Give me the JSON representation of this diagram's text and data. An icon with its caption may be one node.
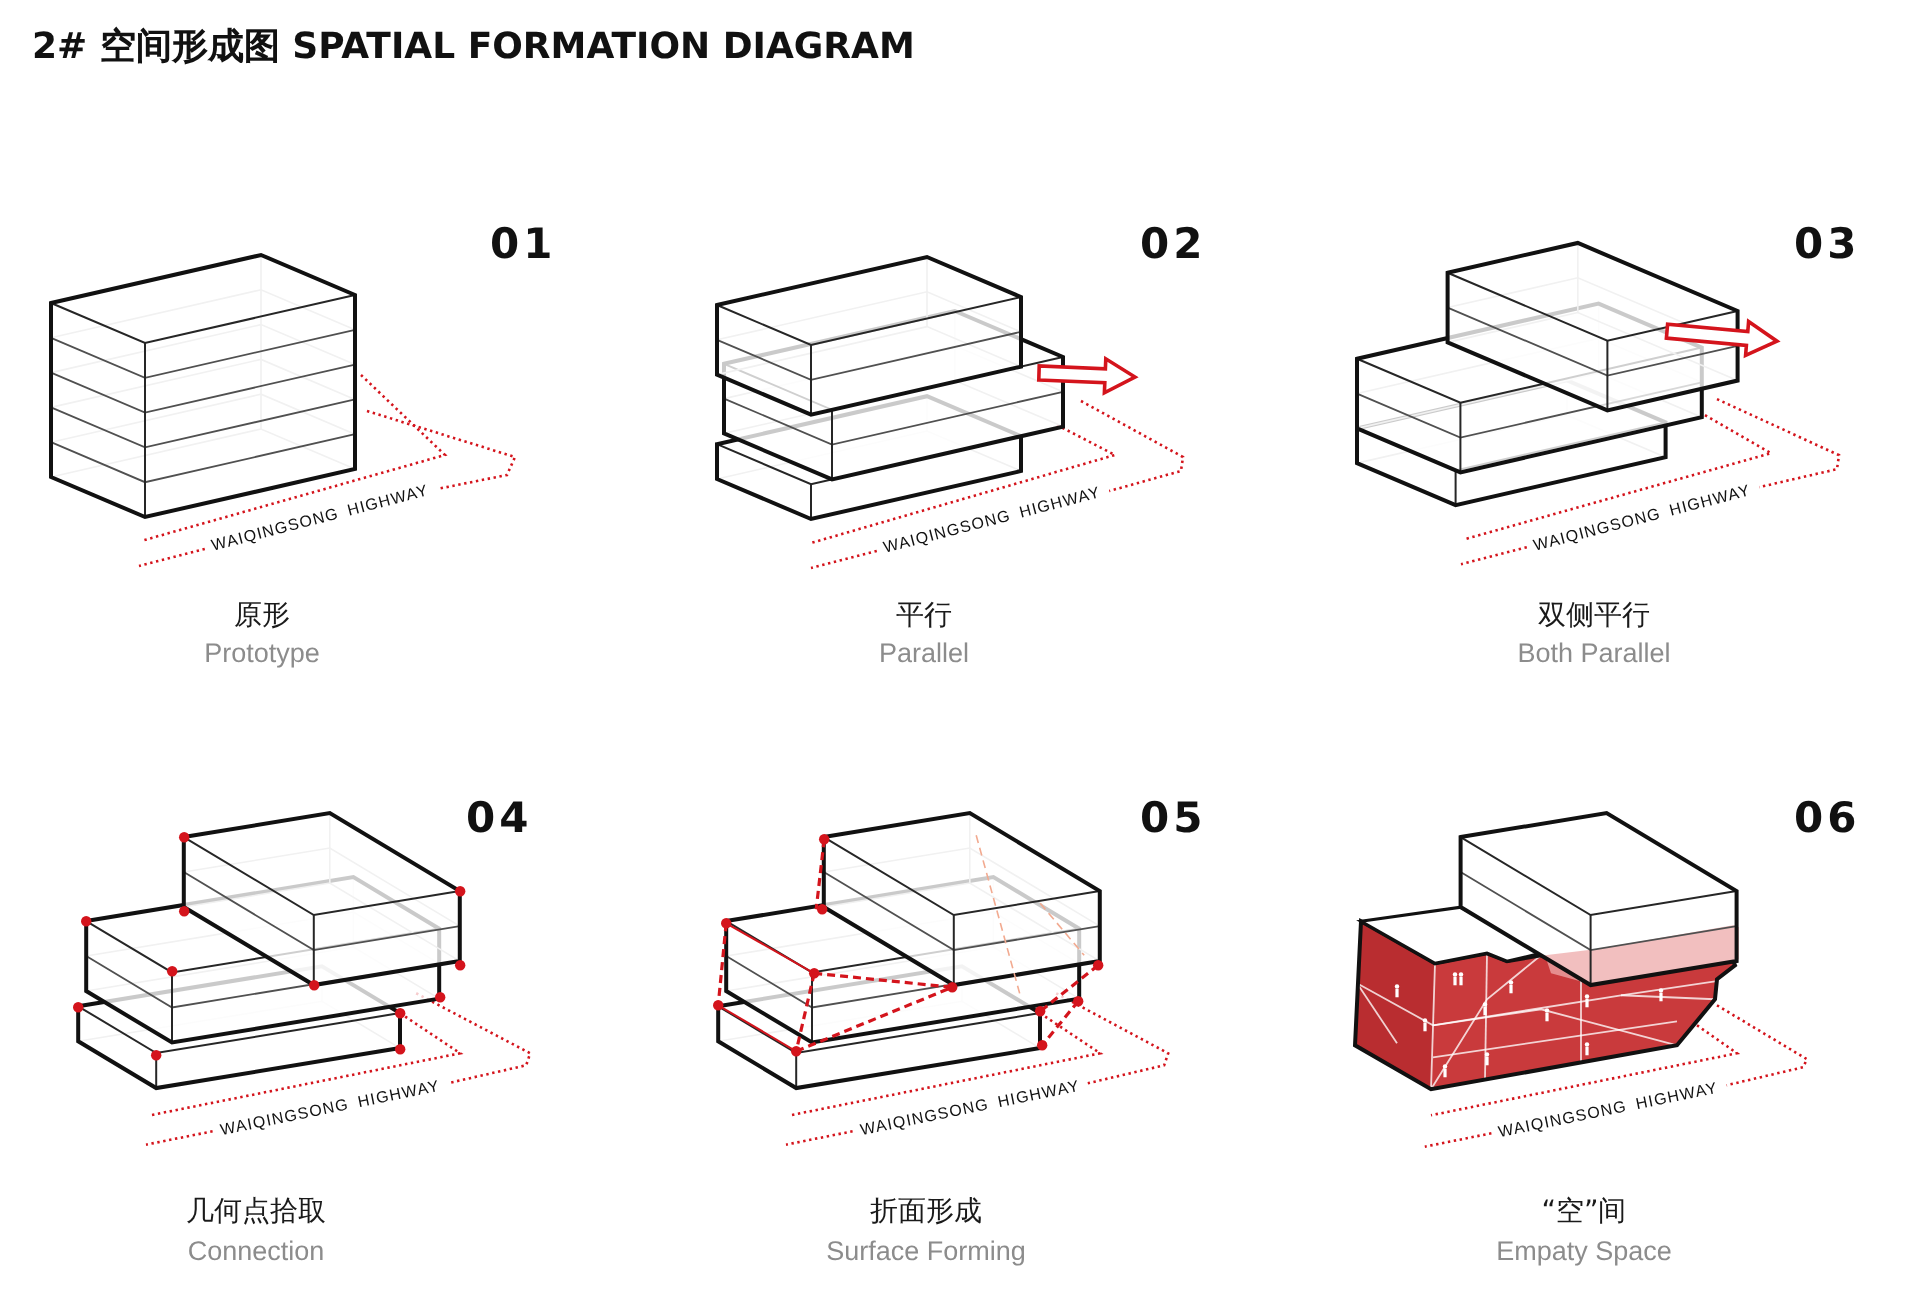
{
  "diagram": {
    "title": "2# 空间形成图 SPATIAL FORMATION DIAGRAM",
    "labels": [
      "01",
      "WAIQINGSONG HIGHWAY",
      "原形",
      "Prototype",
      "02",
      "WAIQINGSONG HIGHWAY",
      "平行",
      "Parallel",
      "03",
      "WAIQINGSONG HIGHWAY",
      "双侧平行",
      "Both Parallel",
      "04",
      "WAIQINGSONG HIGHWAY",
      "几何点拾取",
      "Connection",
      "05",
      "WAIQINGSONG HIGHWAY",
      "折面形成",
      "Surface Forming",
      "06",
      "WAIQINGSONG HIGHWAY",
      "“空”间",
      "Empaty Space"
    ]
  }
}
